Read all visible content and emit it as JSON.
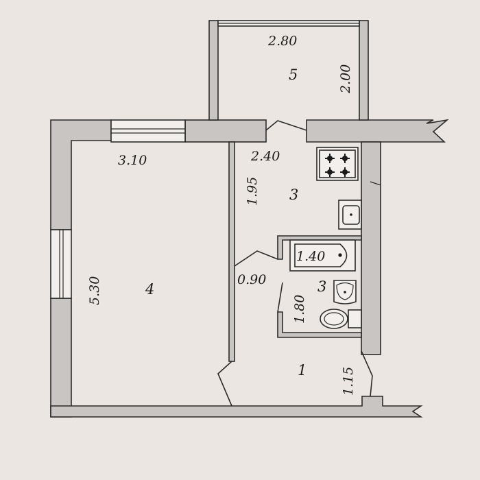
{
  "balcony": {
    "width": "2.80",
    "depth": "2.00",
    "number": "5"
  },
  "living_room": {
    "width": "3.10",
    "length": "5.30",
    "number": "4"
  },
  "kitchen": {
    "width": "2.40",
    "depth": "1.95",
    "number": "3"
  },
  "bathroom": {
    "tub": "1.40",
    "door": "0.90",
    "depth": "1.80",
    "number": "3"
  },
  "hallway": {
    "number": "1",
    "width": "1.15"
  },
  "colors": {
    "background": "#ebe6e1",
    "wall_fill": "#c9c5c2",
    "line": "#2a2a2a"
  },
  "icons": [
    "stove-icon",
    "sink-icon",
    "bathtub-icon",
    "washbasin-icon",
    "toilet-icon"
  ]
}
